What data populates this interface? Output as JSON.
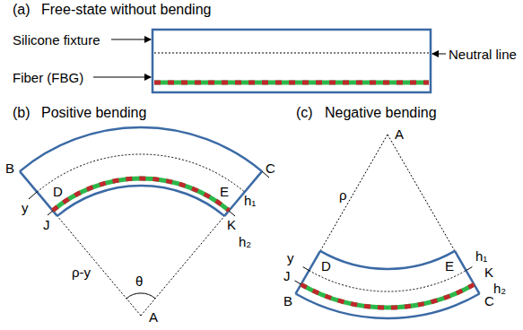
{
  "diagram": {
    "labels": [
      "(a)",
      "Free-state without bending",
      "Silicone fixture",
      "Neutral line",
      "Fiber (FBG)",
      "(b)",
      "Positive bending",
      "B",
      "D",
      "E",
      "C",
      "J",
      "K",
      "y",
      "h₁",
      "h₂",
      "ρ-y",
      "θ",
      "A",
      "(c)",
      "Negative bending",
      "A",
      "ρ",
      "D",
      "E",
      "J",
      "K",
      "B",
      "C",
      "y",
      "h₁",
      "h₂"
    ]
  }
}
